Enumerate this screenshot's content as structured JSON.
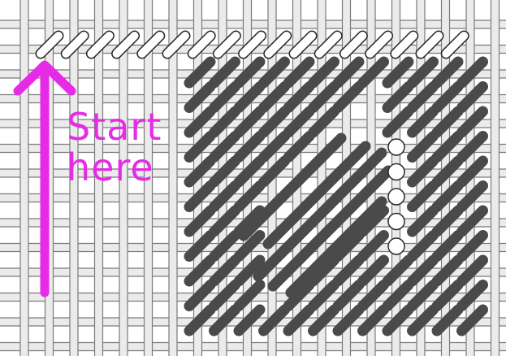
{
  "instruction": {
    "line1": "Start",
    "line2": "here",
    "direction": "up"
  },
  "canvas_mesh": {
    "background_color": "#ffffff",
    "thread_fill_color": "#ebebeb",
    "thread_outline_color": "#7a7a7a"
  },
  "stitches": {
    "worked_color": "#4a4a4a",
    "pending_fill_color": "#ffffff",
    "pending_outline_color": "#2a2a2a",
    "top_row_pending_count": 17,
    "center_column_pending_count": 5
  },
  "arrow_color": "#e62be6",
  "text_color": "#e62be6"
}
